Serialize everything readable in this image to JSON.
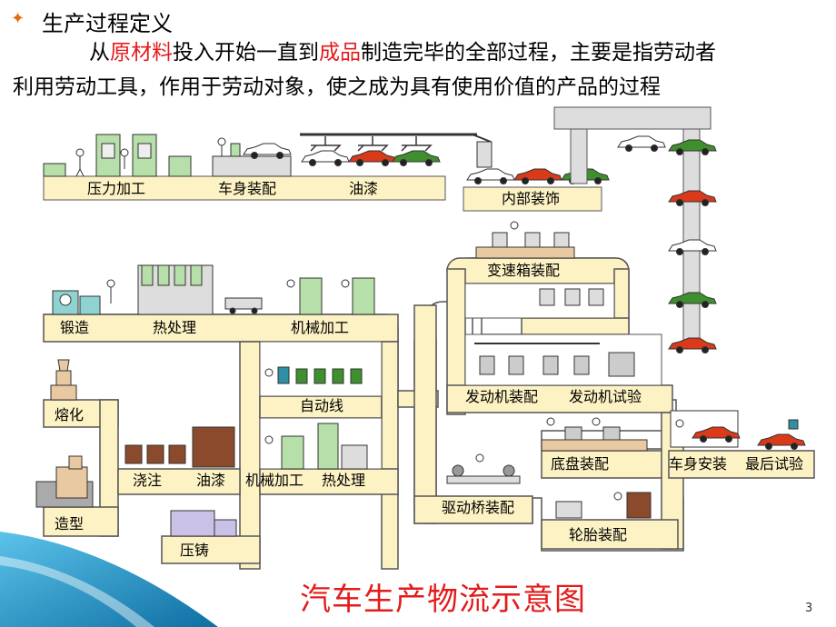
{
  "heading": "生产过程定义",
  "definition": {
    "line1_a": "从",
    "line1_b": "原材料",
    "line1_c": "投入开始一直到",
    "line1_d": "成品",
    "line1_e": "制造完毕的全部过程，主要是指劳动者",
    "line2": "利用劳动工具，作用于劳动对象，使之成为具有使用价值的产品的过程"
  },
  "stations": {
    "press": "压力加工",
    "body_assembly": "车身装配",
    "paint_top": "油漆",
    "interior": "内部装饰",
    "transmission": "变速箱装配",
    "forging": "锻造",
    "heat_treat_top": "热处理",
    "machining_top": "机械加工",
    "auto_line": "自动线",
    "engine_assembly": "发动机装配",
    "engine_test": "发动机试验",
    "melting": "熔化",
    "pouring": "浇注",
    "paint_bottom": "油漆",
    "machining_bottom": "机械加工",
    "heat_treat_bottom": "热处理",
    "chassis": "底盘装配",
    "body_mount": "车身安装",
    "final_test": "最后试验",
    "molding": "造型",
    "die_casting": "压铸",
    "axle": "驱动桥装配",
    "tire": "轮胎装配"
  },
  "caption": "汽车生产物流示意图",
  "page_number": "3",
  "colors": {
    "path_fill": "#fdf2c4",
    "path_stroke": "#555555",
    "accent_red": "#e31b1b",
    "bullet": "#e46c0a",
    "machine_green": "#b7dfa9",
    "car_red": "#d93a1a",
    "car_green": "#3f8f2f",
    "wave_blue": "#1a8fc4"
  }
}
